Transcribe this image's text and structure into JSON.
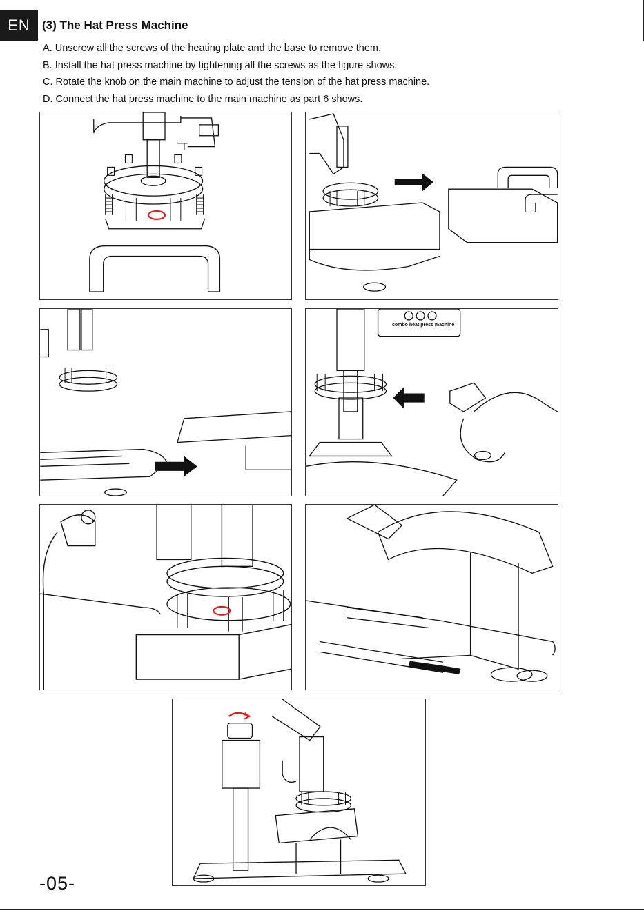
{
  "header": {
    "lang": "EN",
    "title": "(3) The Hat Press Machine"
  },
  "steps": [
    "A. Unscrew all the screws of the heating plate and the base to remove them.",
    "B. Install the hat press machine by tightening all the screws as the figure shows.",
    "C. Rotate the knob on the main machine to adjust the tension of the hat press machine.",
    "D. Connect the hat press machine to the main machine as part 6 shows."
  ],
  "figures": {
    "fig4_panel_text": "combo heat press machine"
  },
  "footer": {
    "page_number": "-05-"
  },
  "colors": {
    "accent_red": "#e02020",
    "ink": "#111111",
    "tab_bg": "#1a1a1a"
  }
}
